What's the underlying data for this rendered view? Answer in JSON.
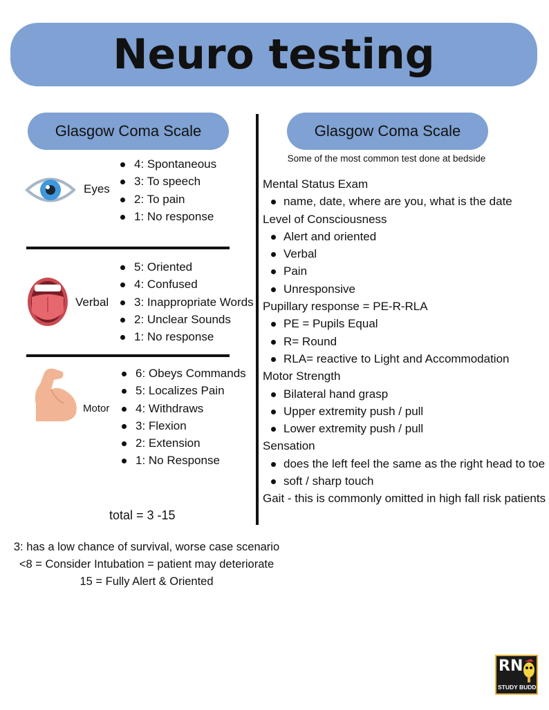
{
  "title": "Neuro testing",
  "left_header": "Glasgow Coma Scale",
  "right_header": "Glasgow Coma Scale",
  "right_subtitle": "Some of the most common test done at bedside",
  "eyes": {
    "label": "Eyes",
    "items": [
      "4: Spontaneous",
      "3: To speech",
      "2: To pain",
      "1: No response"
    ]
  },
  "verbal": {
    "label": "Verbal",
    "items": [
      "5: Oriented",
      "4: Confused",
      "3: Inappropriate Words",
      "2: Unclear Sounds",
      "1: No response"
    ]
  },
  "motor": {
    "label": "Motor",
    "items": [
      "6: Obeys Commands",
      "5: Localizes Pain",
      "4: Withdraws",
      "3: Flexion",
      "2: Extension",
      "1: No Response"
    ]
  },
  "total": "total = 3 -15",
  "notes": [
    "3: has a low chance of survival, worse case scenario",
    "<8 = Consider Intubation = patient may deteriorate",
    "15 = Fully Alert & Oriented"
  ],
  "bedside_tests": [
    {
      "heading": "Mental Status Exam",
      "items": [
        "name, date, where are you, what is the date"
      ]
    },
    {
      "heading": "Level of Consciousness",
      "items": [
        "Alert and oriented",
        "Verbal",
        "Pain",
        "Unresponsive"
      ]
    },
    {
      "heading": "Pupillary response = PE-R-RLA",
      "items": [
        "PE = Pupils Equal",
        "R= Round",
        "RLA= reactive to Light and Accommodation"
      ]
    },
    {
      "heading": "Motor Strength",
      "items": [
        "Bilateral hand grasp",
        "Upper extremity push / pull",
        "Lower extremity push / pull"
      ]
    },
    {
      "heading": "Sensation",
      "items": [
        "does the left feel the same as the right head to toe",
        "soft / sharp touch"
      ]
    },
    {
      "heading": "Gait - this is commonly omitted in high fall risk patients",
      "items": []
    }
  ],
  "logo": {
    "line1": "RN",
    "line2": "STUDY BUDDY"
  },
  "colors": {
    "accent": "#7fa1d3",
    "eye_iris": "#3f97dc",
    "tongue": "#e7676e",
    "skin": "#f1b596"
  }
}
